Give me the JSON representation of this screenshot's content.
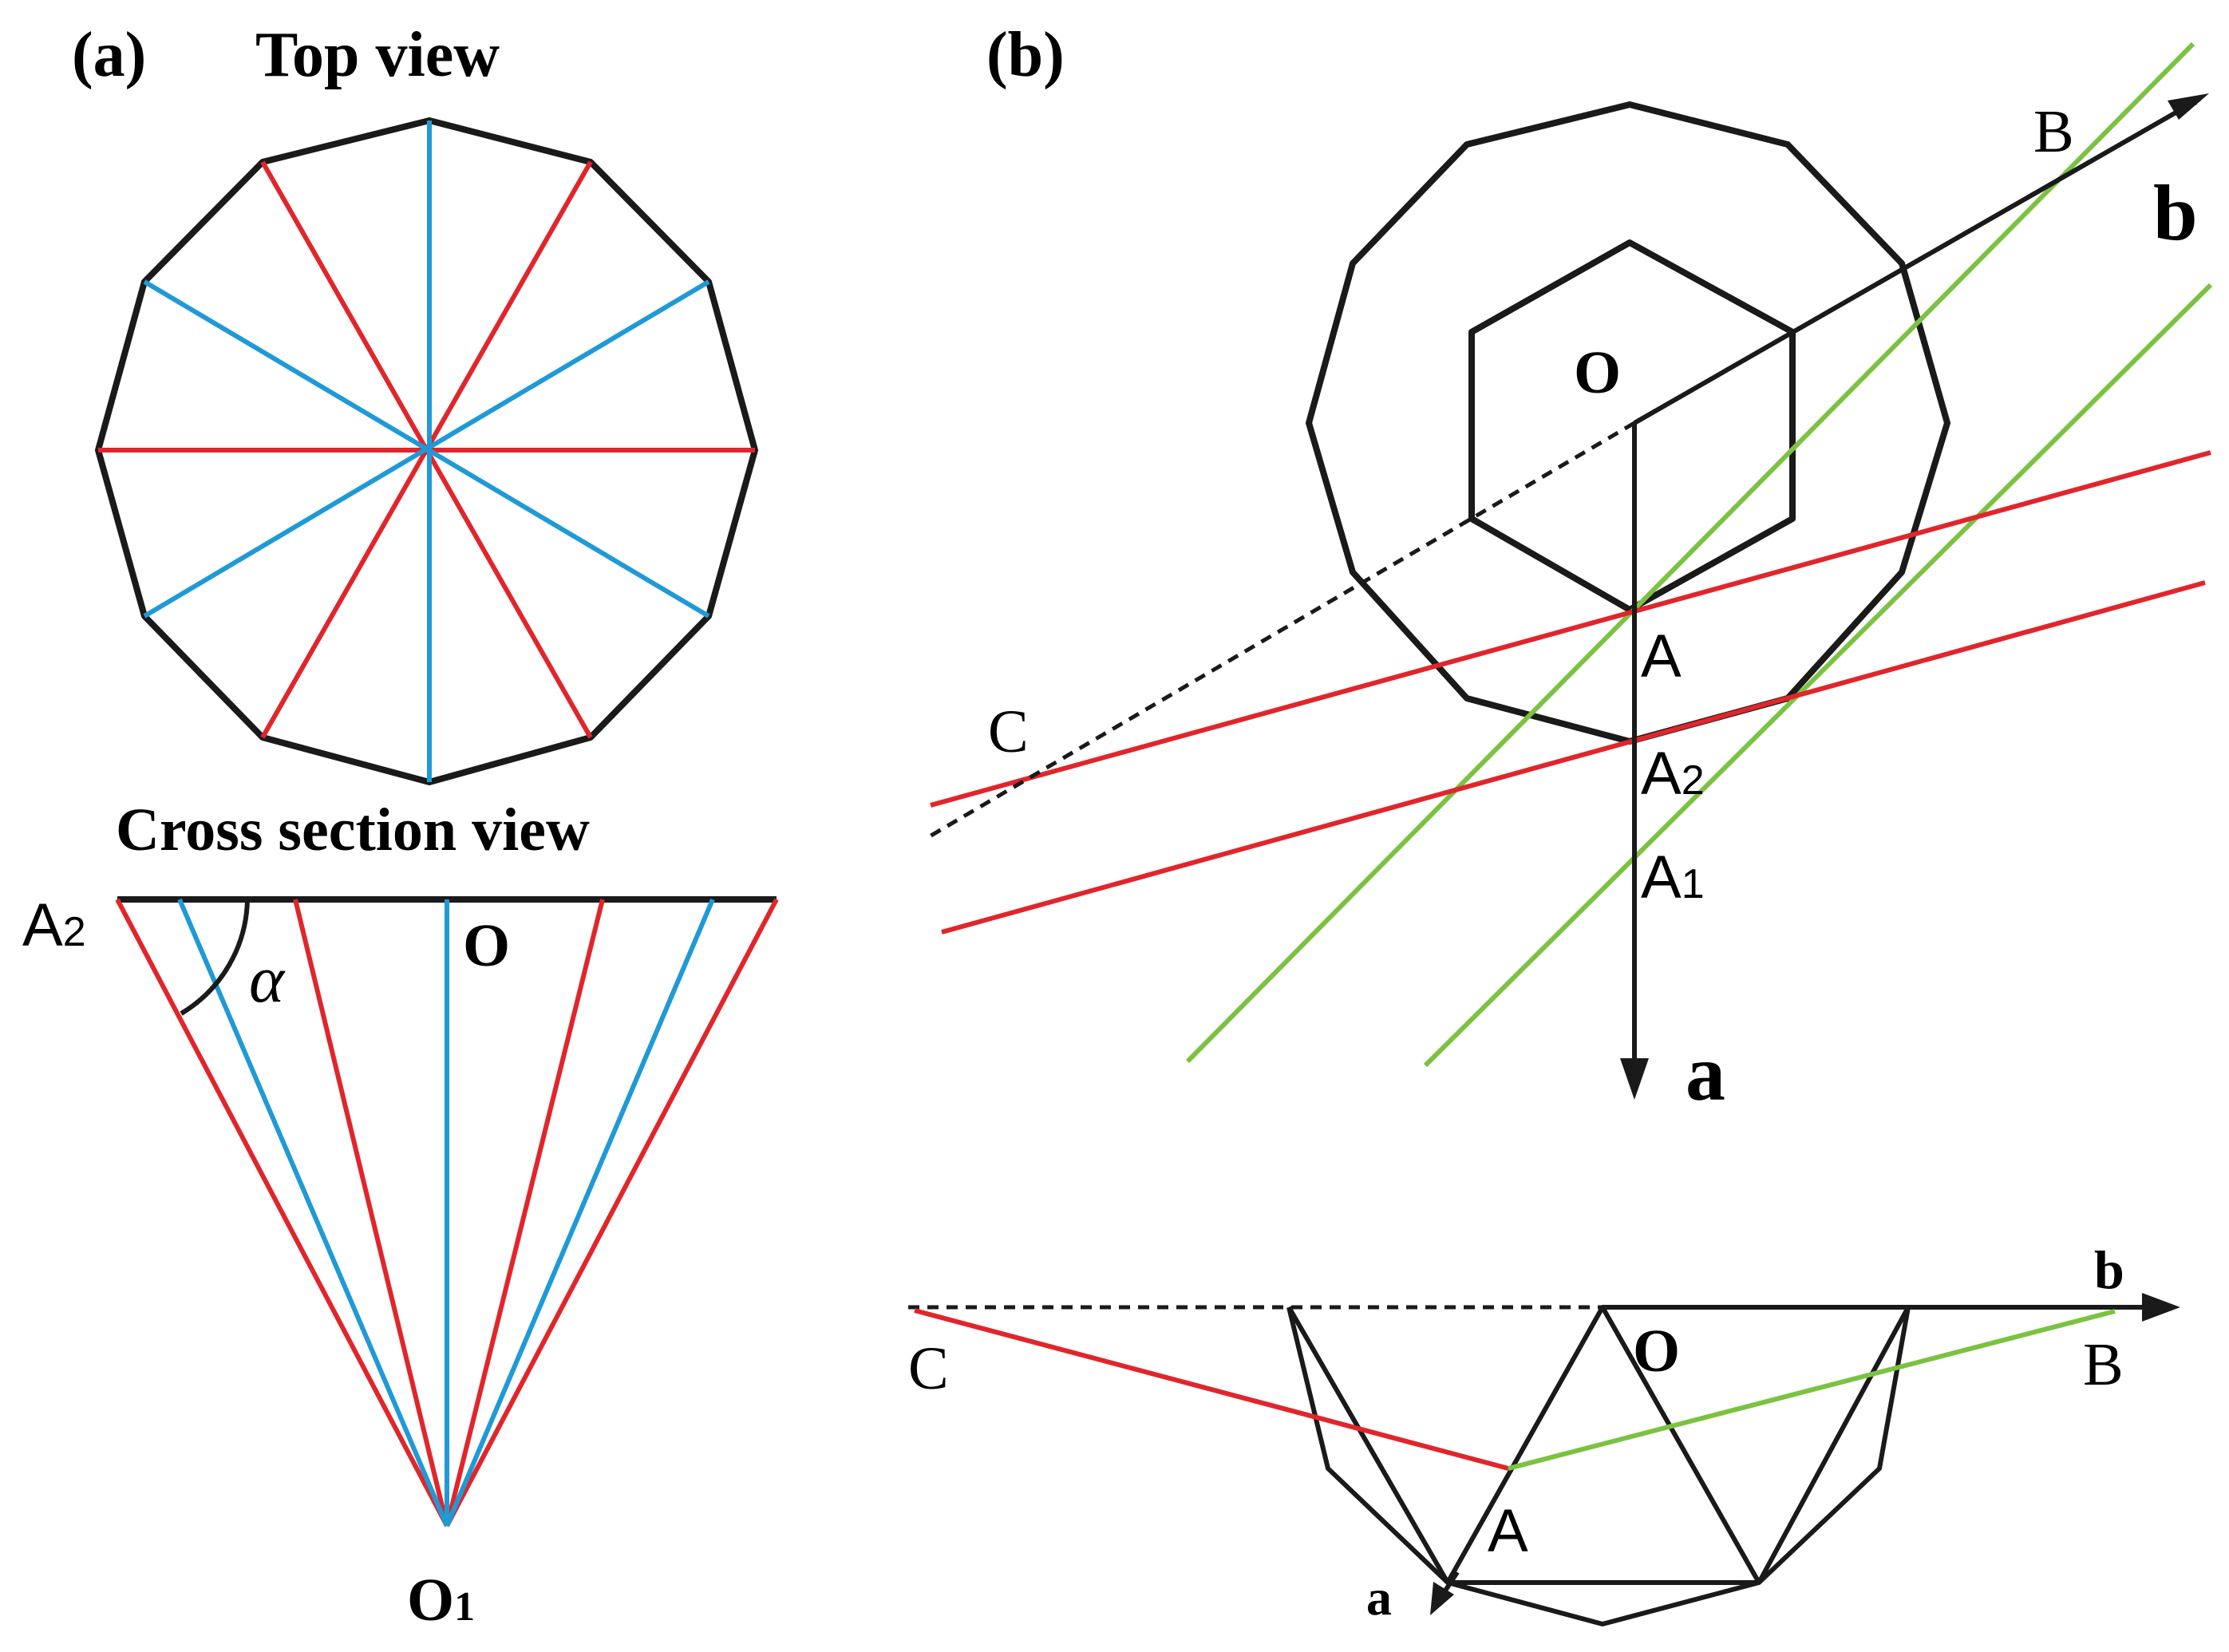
{
  "panel_a": {
    "tag": "(a)",
    "top_view_title": "Top view",
    "cross_section_title": "Cross section view",
    "label_A2": "A",
    "label_A2_sub": "2",
    "label_O": "O",
    "label_alpha": "α",
    "label_O1": "O",
    "label_O1_sub": "1"
  },
  "panel_b": {
    "tag": "(b)",
    "top": {
      "label_B": "B",
      "label_b": "b",
      "label_O": "O",
      "label_A": "A",
      "label_A2": "A",
      "label_A2_sub": "2",
      "label_A1": "A",
      "label_A1_sub": "1",
      "label_C": "C",
      "label_a": "a"
    },
    "bottom": {
      "label_b": "b",
      "label_C": "C",
      "label_O": "O",
      "label_B": "B",
      "label_A": "A",
      "label_a": "a"
    }
  },
  "colors": {
    "red": "#e0262b",
    "blue": "#1f9ad6",
    "green": "#7cc242",
    "black": "#1a1a1a"
  }
}
